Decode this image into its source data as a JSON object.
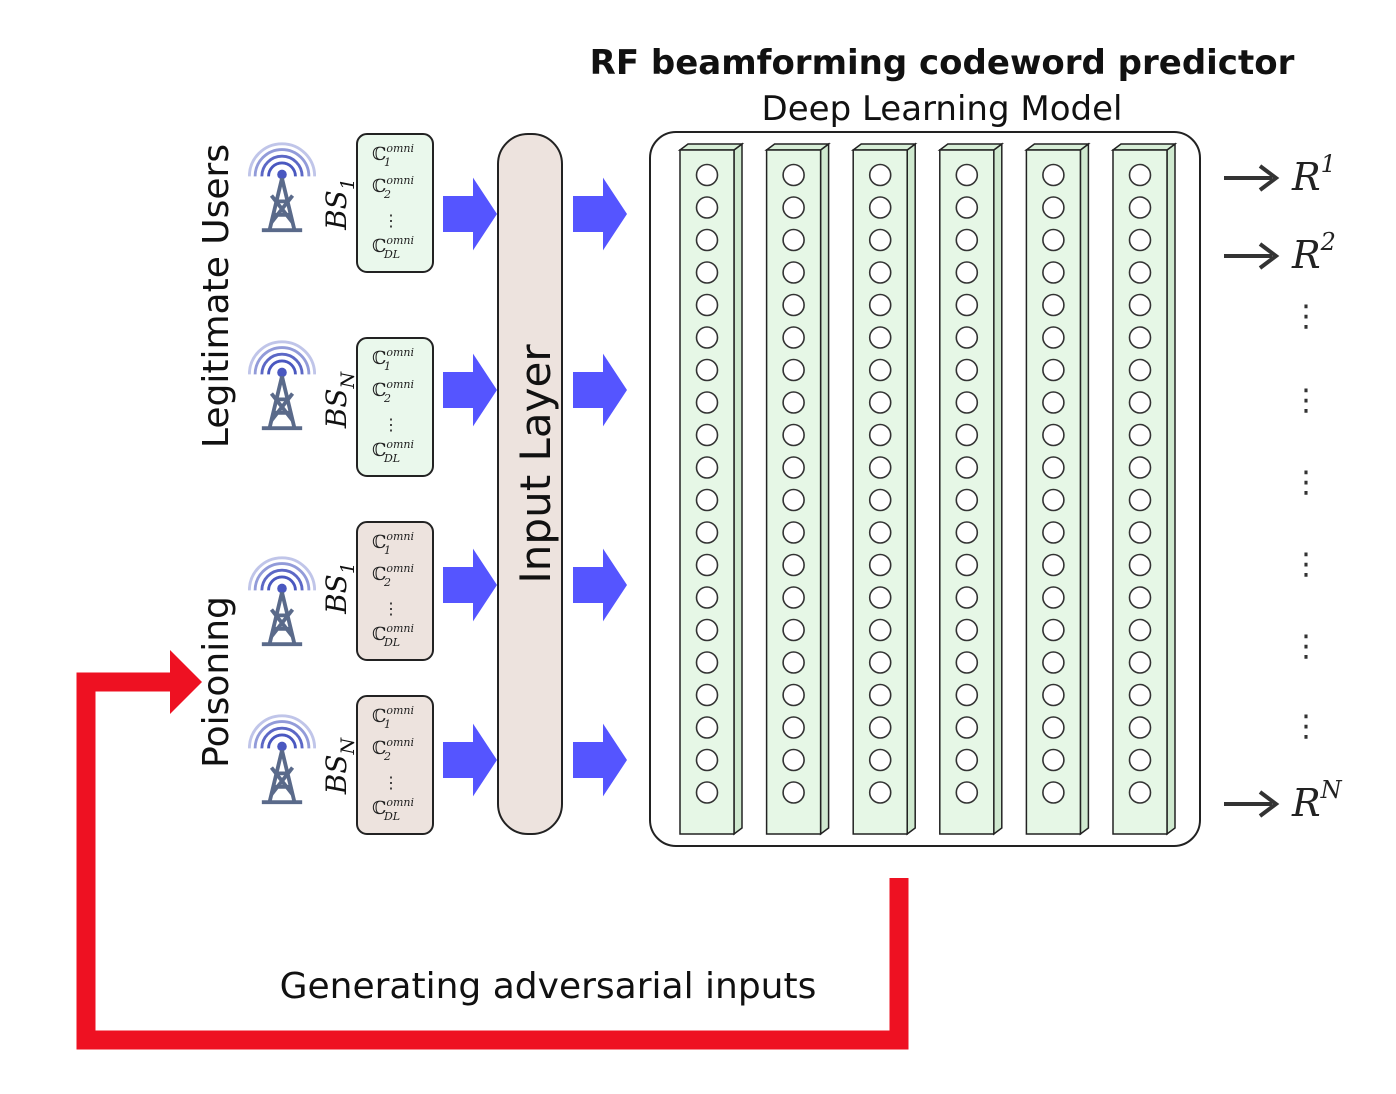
{
  "title": "RF beamforming codeword predictor",
  "subtitle": "Deep Learning Model",
  "group_labels": {
    "legitimate": "Legitimate Users",
    "poisoning": "Poisoning"
  },
  "base_stations": [
    {
      "label_base": "BS",
      "label_sub": "1",
      "group": "legitimate"
    },
    {
      "label_base": "BS",
      "label_sub": "N",
      "group": "legitimate"
    },
    {
      "label_base": "BS",
      "label_sub": "1",
      "group": "poisoning"
    },
    {
      "label_base": "BS",
      "label_sub": "N",
      "group": "poisoning"
    }
  ],
  "codewords": {
    "symbol": "ℂ",
    "superscript": "omni",
    "rows": [
      {
        "sub": "1"
      },
      {
        "sub": "2"
      },
      {
        "sub": "DL"
      }
    ],
    "ellipsis": "⋮"
  },
  "input_layer_label": "Input Layer",
  "hidden_layers": {
    "count": 6,
    "neurons_per_layer": 20
  },
  "outputs": [
    {
      "base": "R",
      "sup": "1"
    },
    {
      "base": "R",
      "sup": "2"
    },
    {
      "base": "R",
      "sup": "N"
    }
  ],
  "output_ellipsis": "⋮",
  "feedback_label": "Generating adversarial inputs",
  "colors": {
    "legit_box": "#eaf8ec",
    "poison_box": "#ede3de",
    "input_layer": "#ede3de",
    "hidden_layer": "#e6f7e6",
    "data_arrow": "#5555ff",
    "feedback_arrow": "#ee1122",
    "tower": "#5a6a8a"
  },
  "icons": [
    "antenna-tower-icon",
    "right-arrow-icon"
  ]
}
